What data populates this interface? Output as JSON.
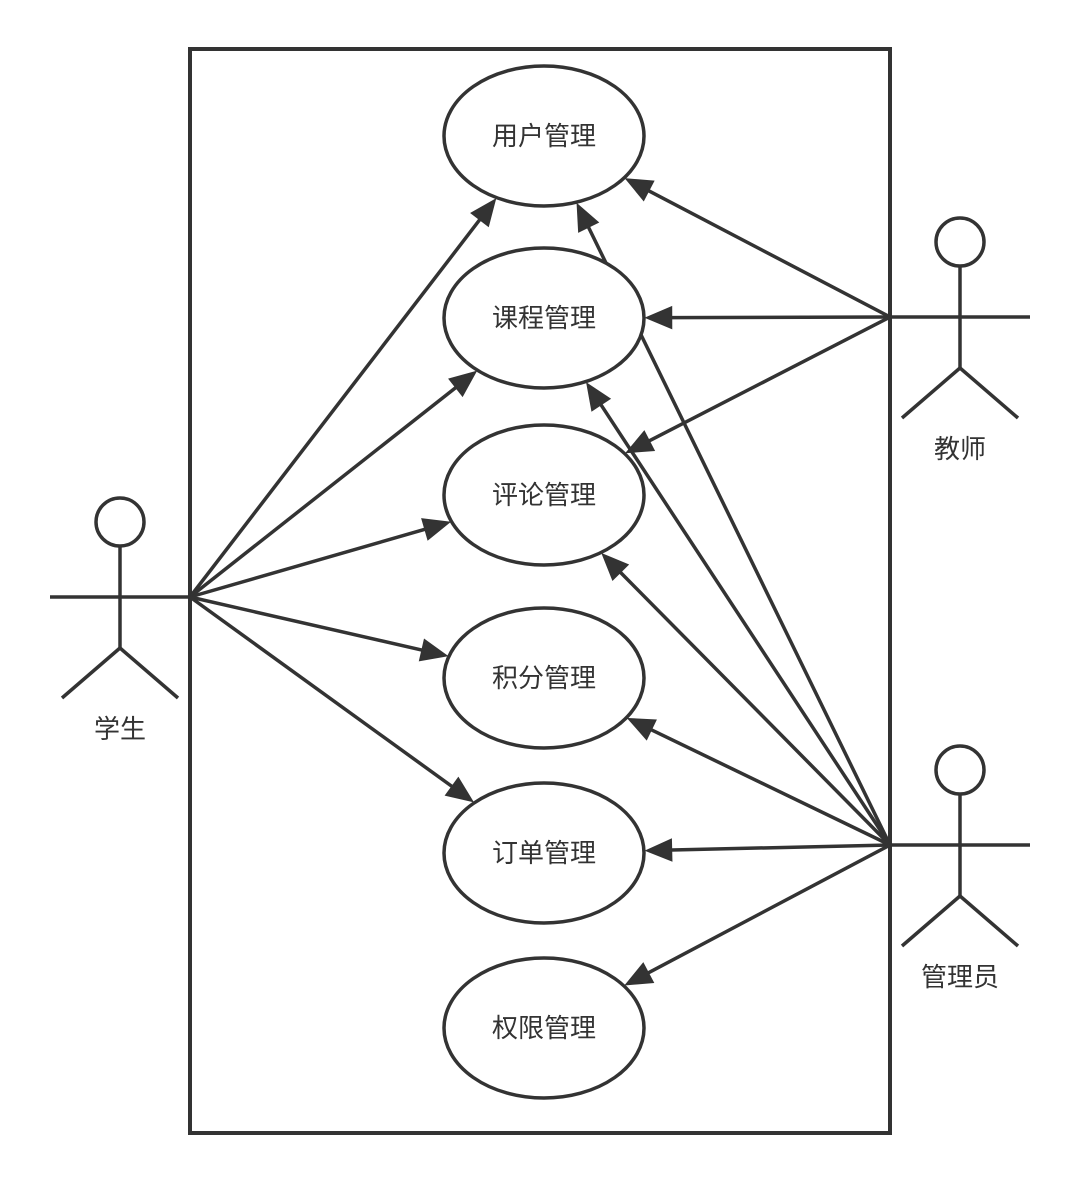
{
  "colors": {
    "stroke": "#333333",
    "background": "#ffffff"
  },
  "use_cases": [
    {
      "id": "uc_user",
      "label": "用户管理"
    },
    {
      "id": "uc_course",
      "label": "课程管理"
    },
    {
      "id": "uc_comment",
      "label": "评论管理"
    },
    {
      "id": "uc_points",
      "label": "积分管理"
    },
    {
      "id": "uc_order",
      "label": "订单管理"
    },
    {
      "id": "uc_permission",
      "label": "权限管理"
    }
  ],
  "actors": [
    {
      "id": "student",
      "label": "学生"
    },
    {
      "id": "teacher",
      "label": "教师"
    },
    {
      "id": "admin",
      "label": "管理员"
    }
  ],
  "associations": [
    {
      "from": "student",
      "to": "uc_user"
    },
    {
      "from": "student",
      "to": "uc_course"
    },
    {
      "from": "student",
      "to": "uc_comment"
    },
    {
      "from": "student",
      "to": "uc_points"
    },
    {
      "from": "student",
      "to": "uc_order"
    },
    {
      "from": "teacher",
      "to": "uc_user"
    },
    {
      "from": "teacher",
      "to": "uc_course"
    },
    {
      "from": "teacher",
      "to": "uc_comment"
    },
    {
      "from": "admin",
      "to": "uc_user"
    },
    {
      "from": "admin",
      "to": "uc_course"
    },
    {
      "from": "admin",
      "to": "uc_comment"
    },
    {
      "from": "admin",
      "to": "uc_points"
    },
    {
      "from": "admin",
      "to": "uc_order"
    },
    {
      "from": "admin",
      "to": "uc_permission"
    }
  ]
}
